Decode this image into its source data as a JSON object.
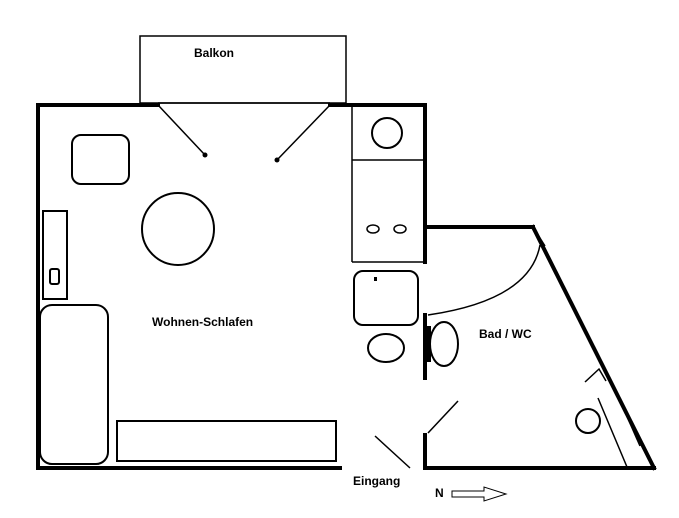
{
  "rooms": {
    "balcony": "Balkon",
    "living": "Wohnen-Schlafen",
    "bath": "Bad / WC",
    "entrance": "Eingang"
  },
  "compass": {
    "label": "N",
    "direction": "east"
  },
  "colors": {
    "line": "#000000",
    "background": "#ffffff"
  }
}
